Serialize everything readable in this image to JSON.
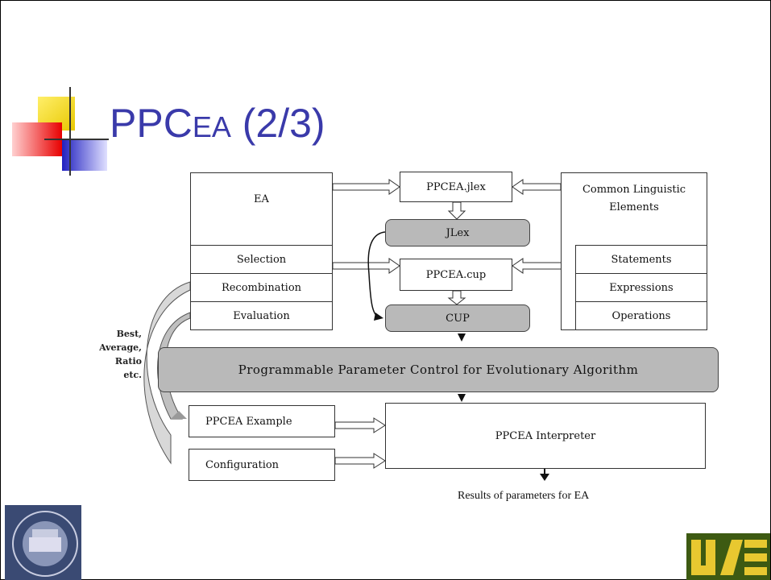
{
  "slide": {
    "title_main": "PPC",
    "title_small": "EA",
    "title_rest": " (2/3)"
  },
  "diagram": {
    "ea_box": "EA",
    "ea_items": [
      "Selection",
      "Recombination",
      "Evaluation"
    ],
    "cle_box_lines": [
      "Common Linguistic",
      "Elements"
    ],
    "cle_items": [
      "Statements",
      "Expressions",
      "Operations"
    ],
    "jlex_file": "PPCEA.jlex",
    "jlex": "JLex",
    "cup_file": "PPCEA.cup",
    "cup": "CUP",
    "ppc_bar": "Programmable Parameter Control for Evolutionary Algorithm",
    "example": "PPCEA Example",
    "configuration": "Configuration",
    "interpreter": "PPCEA Interpreter",
    "side_labels": [
      "Best,",
      "Average,",
      "Ratio",
      "etc."
    ],
    "results": "Results of parameters for EA"
  }
}
